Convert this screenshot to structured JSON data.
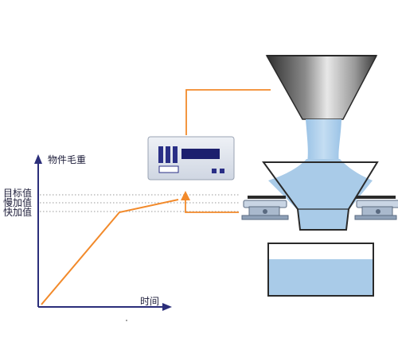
{
  "graph": {
    "y_axis_title": "物件毛重",
    "x_axis_title": "时间",
    "levels": {
      "target": "目标值",
      "slow_add": "慢加值",
      "fast_add": "快加值"
    }
  },
  "colors": {
    "axis": "#2b2e7a",
    "curve": "#f28a2b",
    "connector": "#f28a2b",
    "material": "#a9cbe8",
    "hopper_dark": "#3a3a3a",
    "hopper_light": "#cfcfcf",
    "controller_body": "#dfe4ec",
    "controller_accent": "#2a2f86",
    "dotted_guides": "#9a9a9a"
  },
  "icons": {
    "controller": "weighing-controller-icon",
    "load_cell": "load-cell-icon",
    "hopper": "feed-hopper-icon",
    "bin": "receiving-bin-icon"
  }
}
